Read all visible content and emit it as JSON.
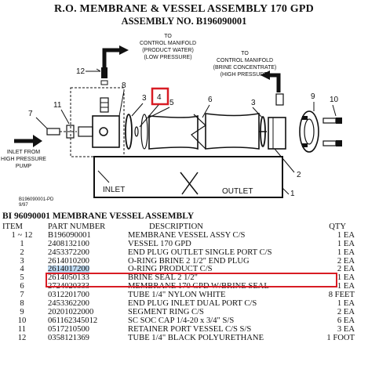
{
  "header": {
    "title": "R.O. MEMBRANE & VESSEL ASSEMBLY 170 GPD",
    "assembly": "ASSEMBLY NO. B196090001"
  },
  "diagram": {
    "callouts": {
      "product": [
        "TO",
        "CONTROL MANIFOLD",
        "(PRODUCT WATER)",
        "(LOW PRESSURE)"
      ],
      "brine": [
        "TO",
        "CONTROL MANIFOLD",
        "(BRINE CONCENTRATE)",
        "(HIGH PRESSURE)"
      ],
      "inlet": [
        "INLET FROM",
        "HIGH PRESSURE",
        "PUMP"
      ]
    },
    "labels": {
      "inlet": "INLET",
      "outlet": "OUTLET"
    },
    "drawing_ref": [
      "B196090001-PD",
      "9/97"
    ],
    "item_numbers": [
      "1",
      "2",
      "3",
      "3",
      "4",
      "5",
      "6",
      "7",
      "8",
      "9",
      "10",
      "11",
      "12"
    ],
    "highlighted_item": "4"
  },
  "parts_list": {
    "section_title": "BI 96090001 MEMBRANE VESSEL ASSEMBLY",
    "headers": {
      "item": "ITEM",
      "part_number": "PART NUMBER",
      "description": "DESCRIPTION",
      "qty": "QTY"
    },
    "rows": [
      {
        "item": "1 ~ 12",
        "part_number": "B196090001",
        "description": "MEMBRANE VESSEL ASSY C/S",
        "qty": "1 EA"
      },
      {
        "item": "1",
        "part_number": "2408132100",
        "description": "VESSEL 170 GPD",
        "qty": "1 EA"
      },
      {
        "item": "2",
        "part_number": "2453372200",
        "description": "END PLUG OUTLET SINGLE PORT C/S",
        "qty": "1 EA"
      },
      {
        "item": "3",
        "part_number": "2614010200",
        "description": "O-RING BRINE 2 1/2\" END PLUG",
        "qty": "2 EA"
      },
      {
        "item": "4",
        "part_number": "2614017200",
        "description": "O-RING PRODUCT C/S",
        "qty": "2 EA"
      },
      {
        "item": "5",
        "part_number": "2614050133",
        "description": "BRINE SEAL 2 1/2\"",
        "qty": "1 EA"
      },
      {
        "item": "6",
        "part_number": "2724020333",
        "description": "MEMBRANE 170 GPD W/BRINE SEAL",
        "qty": "1 EA"
      },
      {
        "item": "7",
        "part_number": "0312201700",
        "description": "TUBE 1/4\" NYLON WHITE",
        "qty": "8 FEET"
      },
      {
        "item": "8",
        "part_number": "2453362200",
        "description": "END PLUG INLET DUAL PORT C/S",
        "qty": "1 EA"
      },
      {
        "item": "9",
        "part_number": "20201022000",
        "description": "SEGMENT RING C/S",
        "qty": "2 EA"
      },
      {
        "item": "10",
        "part_number": "061162345012",
        "description": "SC SOC CAP 1/4-20 x 3/4\" S/S",
        "qty": "6 EA"
      },
      {
        "item": "11",
        "part_number": "0517210500",
        "description": "RETAINER PORT VESSEL C/S S/S",
        "qty": "3 EA"
      },
      {
        "item": "12",
        "part_number": "0358121369",
        "description": "TUBE 1/4\" BLACK POLYURETHANE",
        "qty": "1 FOOT"
      }
    ],
    "highlighted_row": 4
  },
  "colors": {
    "highlight_border": "#d81c24",
    "selection": "#bcd7ef"
  }
}
